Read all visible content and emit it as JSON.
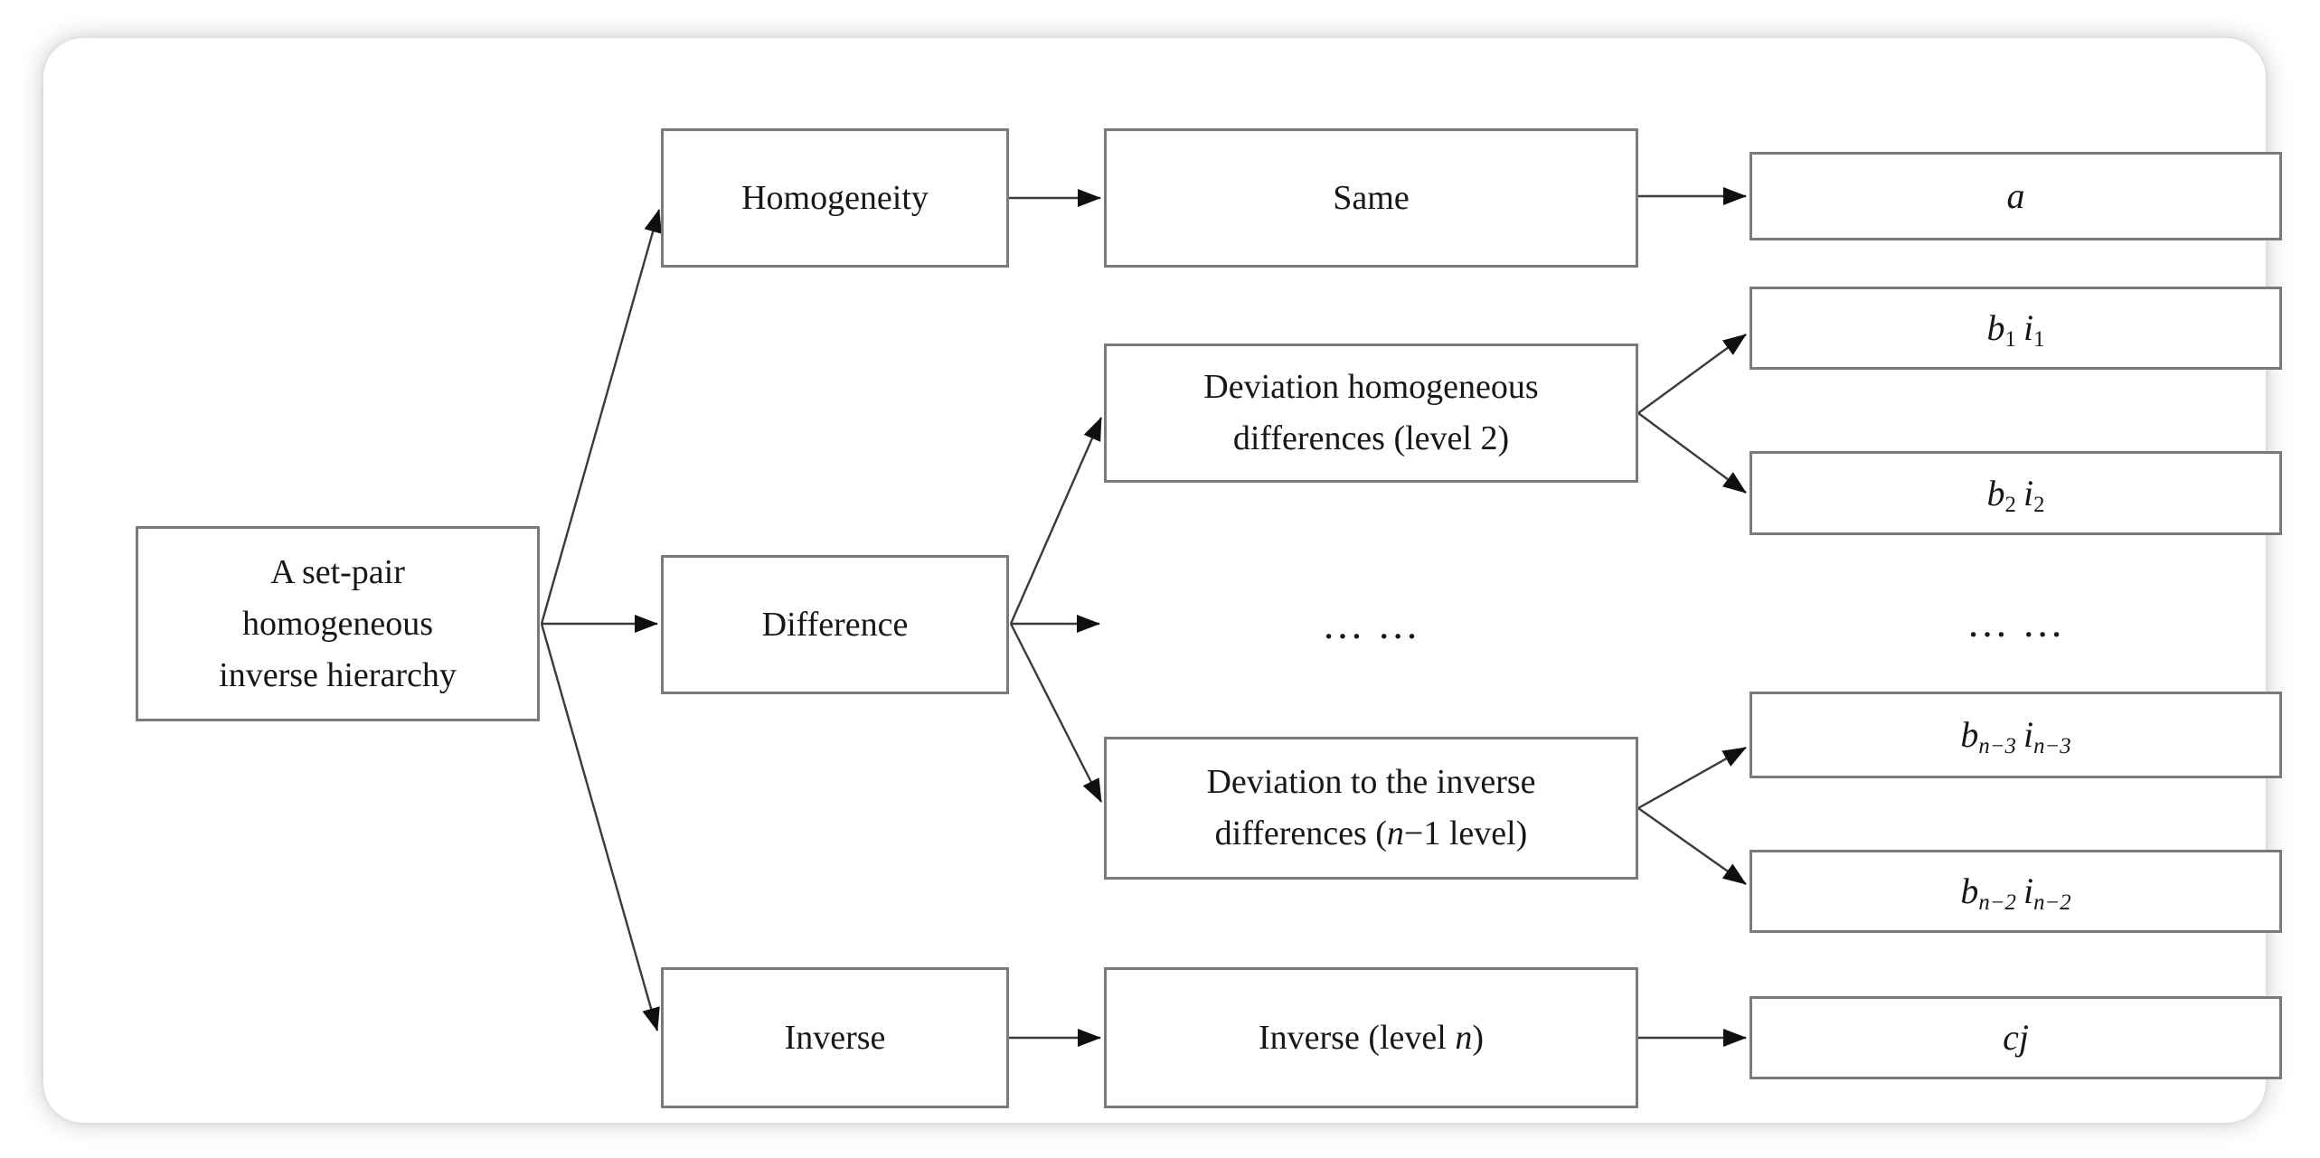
{
  "colors": {
    "background": "#ffffff",
    "card": "#ffffff",
    "box_border": "#7a7a7a",
    "line": "#3b3b3b",
    "arrowhead": "#0f0f0f",
    "text": "#171717"
  },
  "nodes": {
    "root": {
      "lines": [
        [
          {
            "t": "A set-pair"
          }
        ],
        [
          {
            "t": "homogeneous"
          }
        ],
        [
          {
            "t": "inverse hierarchy"
          }
        ]
      ]
    },
    "homogeneity": {
      "lines": [
        [
          {
            "t": "Homogeneity"
          }
        ]
      ]
    },
    "difference": {
      "lines": [
        [
          {
            "t": "Difference"
          }
        ]
      ]
    },
    "inverse": {
      "lines": [
        [
          {
            "t": "Inverse"
          }
        ]
      ]
    },
    "same": {
      "lines": [
        [
          {
            "t": "Same"
          }
        ]
      ]
    },
    "dev_homogeneous": {
      "lines": [
        [
          {
            "t": "Deviation homogeneous"
          }
        ],
        [
          {
            "t": "differences (level 2)"
          }
        ]
      ]
    },
    "dev_inverse": {
      "lines": [
        [
          {
            "t": "Deviation to the inverse"
          }
        ],
        [
          {
            "t": "differences ("
          },
          {
            "t": "n",
            "s": "i"
          },
          {
            "t": "−1 level)"
          }
        ]
      ]
    },
    "inverse_level_n": {
      "lines": [
        [
          {
            "t": "Inverse (level "
          },
          {
            "t": "n",
            "s": "i"
          },
          {
            "t": ")"
          }
        ]
      ]
    },
    "a": {
      "lines": [
        [
          {
            "t": "a",
            "s": "i"
          }
        ]
      ]
    },
    "b1i1": {
      "lines": [
        [
          {
            "t": "b",
            "s": "i"
          },
          {
            "t": "1",
            "s": "sub"
          },
          {
            "t": " i",
            "s": "i"
          },
          {
            "t": "1",
            "s": "sub"
          }
        ]
      ]
    },
    "b2i2": {
      "lines": [
        [
          {
            "t": "b",
            "s": "i"
          },
          {
            "t": "2",
            "s": "sub"
          },
          {
            "t": " i",
            "s": "i"
          },
          {
            "t": "2",
            "s": "sub"
          }
        ]
      ]
    },
    "bn3in3": {
      "lines": [
        [
          {
            "t": "b",
            "s": "i"
          },
          {
            "t": "n−3",
            "s": "isub"
          },
          {
            "t": " i",
            "s": "i"
          },
          {
            "t": "n−3",
            "s": "isub"
          }
        ]
      ]
    },
    "bn2in2": {
      "lines": [
        [
          {
            "t": "b",
            "s": "i"
          },
          {
            "t": "n−2",
            "s": "isub"
          },
          {
            "t": " i",
            "s": "i"
          },
          {
            "t": "n−2",
            "s": "isub"
          }
        ]
      ]
    },
    "cj": {
      "lines": [
        [
          {
            "t": "cj",
            "s": "i"
          }
        ]
      ]
    },
    "ellipsis_mid": {
      "lines": [
        [
          {
            "t": "… …"
          }
        ]
      ]
    },
    "ellipsis_right": {
      "lines": [
        [
          {
            "t": "… …"
          }
        ]
      ]
    }
  },
  "edges": [
    {
      "from": "root",
      "to": "homogeneity"
    },
    {
      "from": "root",
      "to": "difference"
    },
    {
      "from": "root",
      "to": "inverse"
    },
    {
      "from": "homogeneity",
      "to": "same"
    },
    {
      "from": "same",
      "to": "a"
    },
    {
      "from": "difference",
      "to": "dev_homogeneous"
    },
    {
      "from": "difference",
      "to": "ellipsis_mid"
    },
    {
      "from": "difference",
      "to": "dev_inverse"
    },
    {
      "from": "dev_homogeneous",
      "to": "b1i1"
    },
    {
      "from": "dev_homogeneous",
      "to": "b2i2"
    },
    {
      "from": "dev_inverse",
      "to": "bn3in3"
    },
    {
      "from": "dev_inverse",
      "to": "bn2in2"
    },
    {
      "from": "inverse",
      "to": "inverse_level_n"
    },
    {
      "from": "inverse_level_n",
      "to": "cj"
    }
  ]
}
